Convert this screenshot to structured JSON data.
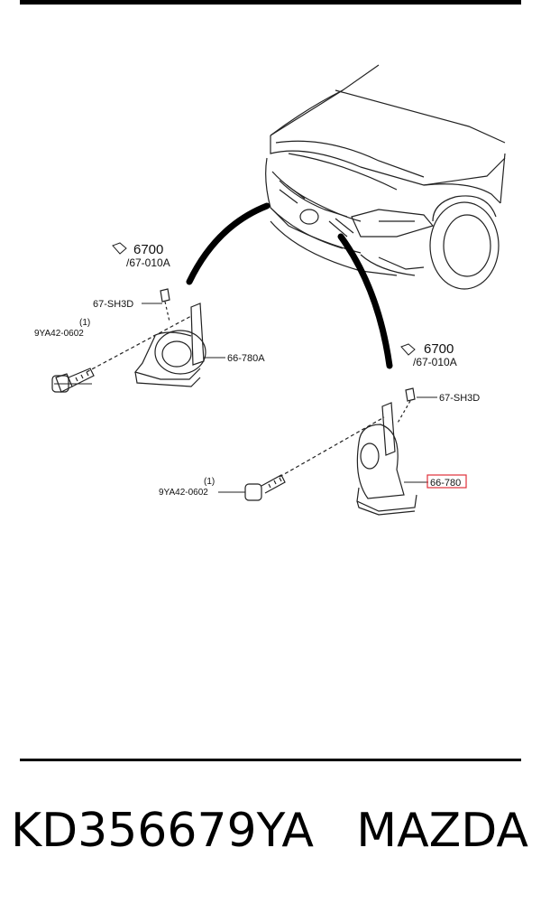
{
  "diagram": {
    "callouts": {
      "left_group_code": "6700",
      "left_group_sub": "/67-010A",
      "left_clip": "67-SH3D",
      "left_bolt_qty": "(1)",
      "left_bolt": "9YA42-0602",
      "left_horn": "66-780A",
      "right_group_code": "6700",
      "right_group_sub": "/67-010A",
      "right_clip": "67-SH3D",
      "right_bolt_qty": "(1)",
      "right_bolt": "9YA42-0602",
      "right_horn": "66-780"
    },
    "highlight_color": "#e0303a"
  },
  "footer": {
    "part_number": "KD356679YA",
    "brand": "MAZDA"
  }
}
